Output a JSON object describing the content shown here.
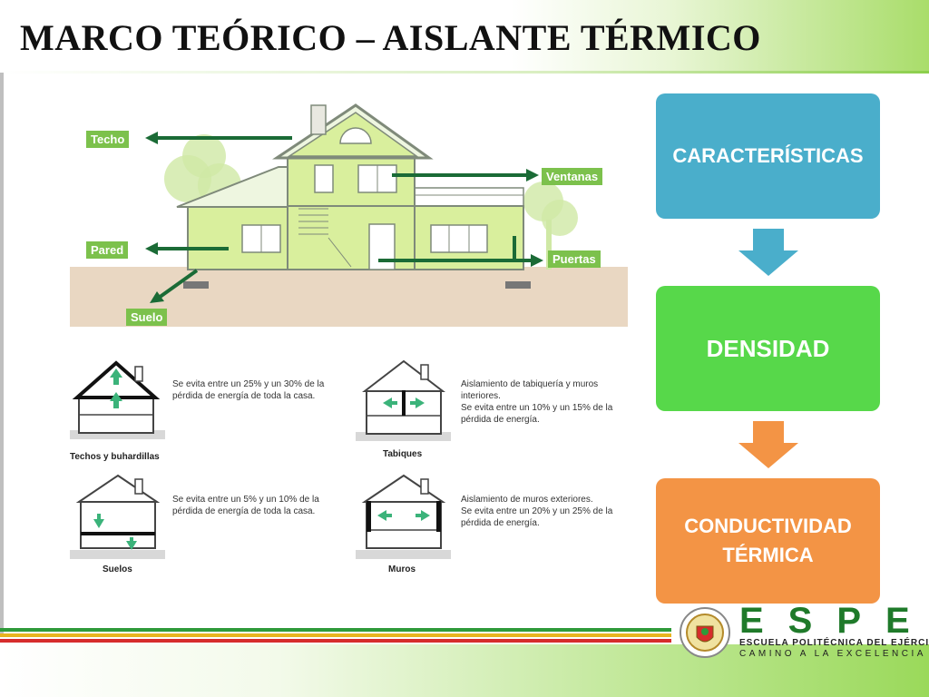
{
  "slide": {
    "title": "MARCO TEÓRICO – AISLANTE TÉRMICO"
  },
  "house_diagram": {
    "labels": {
      "techo": "Techo",
      "ventanas": "Ventanas",
      "pared": "Pared",
      "puertas": "Puertas",
      "suelo": "Suelo"
    }
  },
  "insulation_cards": [
    {
      "caption": "Techos y buhardillas",
      "lines": [
        "Se evita entre un 25% y un 30% de la",
        "pérdida de energía de toda la casa."
      ]
    },
    {
      "caption": "Tabiques",
      "lines": [
        "Aislamiento de tabiquería y muros",
        "interiores.",
        "Se evita entre un 10% y un 15% de la",
        "pérdida de energía."
      ]
    },
    {
      "caption": "Suelos",
      "lines": [
        "Se evita entre un 5% y un 10% de la",
        "pérdida de energía de toda la casa."
      ]
    },
    {
      "caption": "Muros",
      "lines": [
        "Aislamiento de muros exteriores.",
        "Se evita entre un 20% y un 25% de la",
        "pérdida de energía."
      ]
    }
  ],
  "flow": {
    "step1": "CARACTERÍSTICAS",
    "step2": "DENSIDAD",
    "step3_line1": "CONDUCTIVIDAD",
    "step3_line2": "TÉRMICA"
  },
  "footer": {
    "logo_word": "ESPE",
    "institution": "ESCUELA POLITÉCNICA DEL EJÉRCITO",
    "motto": "CAMINO A LA EXCELENCIA"
  },
  "colors": {
    "step1": "#4aaecb",
    "step2": "#57d84a",
    "step3": "#f39445",
    "label_green": "#7cc14c",
    "arrow_green": "#1b6b36",
    "house_wall": "#d9ef9d"
  }
}
